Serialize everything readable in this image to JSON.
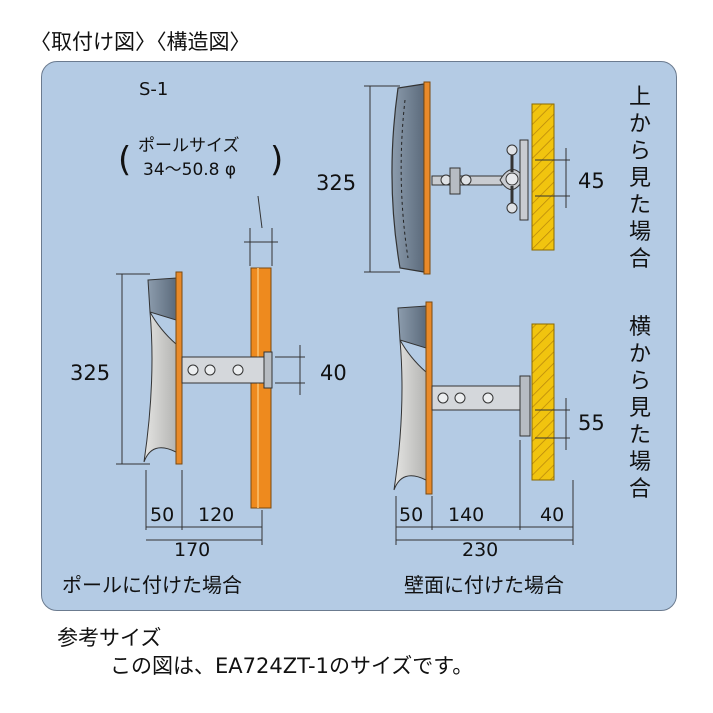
{
  "header": {
    "title1": "〈取付け図〉",
    "title2": "〈構造図〉"
  },
  "model": "S-1",
  "pole_size": {
    "line1": "ポールサイズ",
    "line2": "34〜50.8 φ"
  },
  "views": {
    "top_view": [
      "上",
      "か",
      "ら",
      "見",
      "た",
      "場",
      "合"
    ],
    "side_view": [
      "横",
      "か",
      "ら",
      "見",
      "た",
      "場",
      "合"
    ]
  },
  "dims": {
    "top_height": "325",
    "top_bracket": "45",
    "pole_height": "325",
    "pole_bracket": "40",
    "pole_depth_a": "50",
    "pole_depth_b": "120",
    "pole_total": "170",
    "wall_bracket": "55",
    "wall_depth_a": "50",
    "wall_depth_b": "140",
    "wall_depth_c": "40",
    "wall_total": "230"
  },
  "captions": {
    "pole": "ポールに付けた場合",
    "wall": "壁面に付けた場合"
  },
  "notes": {
    "line1": "参考サイズ",
    "line2": "この図は、EA724ZT-1のサイズです。"
  },
  "colors": {
    "panel": "#b4cbe4",
    "pole": "#ee8a1e",
    "wall": "#f1c40f",
    "mirror_rim": "#e88a2a"
  }
}
